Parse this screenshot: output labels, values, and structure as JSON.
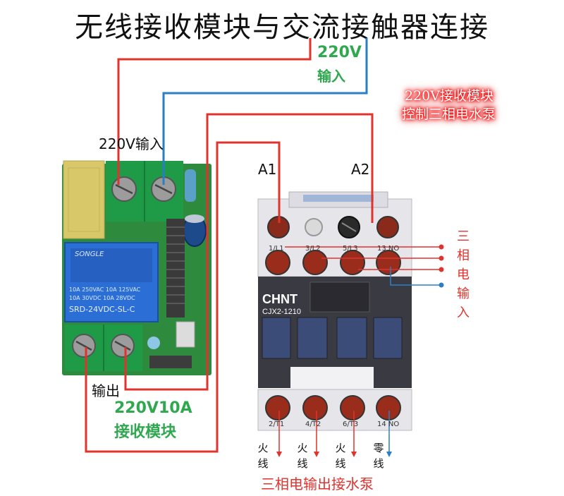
{
  "title": "无线接收模块与交流接触器连接",
  "labels": {
    "input_top_voltage": "220V",
    "input_top_word": "输入",
    "module_input": "220V输入",
    "glow_line1": "220V接收模块",
    "glow_line2": "控制三相电水泵",
    "a1": "A1",
    "a2": "A2",
    "output": "输出",
    "module_rating": "220V10A",
    "module_name": "接收模块",
    "three_phase_input": [
      "三",
      "相",
      "电",
      "输",
      "入"
    ],
    "bottom_wires": [
      [
        "火",
        "线"
      ],
      [
        "火",
        "线"
      ],
      [
        "火",
        "线"
      ],
      [
        "零",
        "线"
      ]
    ],
    "pump_output": "三相电输出接水泵"
  },
  "contactor": {
    "brand": "CHNT",
    "model": "CJX2-1210",
    "top_terminals": [
      "1/L1",
      "3/L2",
      "5/L3",
      "13 NO"
    ],
    "bottom_terminals": [
      "2/T1",
      "4/T2",
      "6/T3",
      "14 NO"
    ]
  },
  "relay": {
    "brand": "SONGLE",
    "spec_lines": [
      "10A 250VAC  10A 125VAC",
      "10A  30VDC  10A  28VDC"
    ],
    "model": "SRD-24VDC-SL-C"
  },
  "colors": {
    "live_wire": "#e0332e",
    "neutral_wire": "#2a7fc4",
    "label_green": "#2fa84f"
  }
}
